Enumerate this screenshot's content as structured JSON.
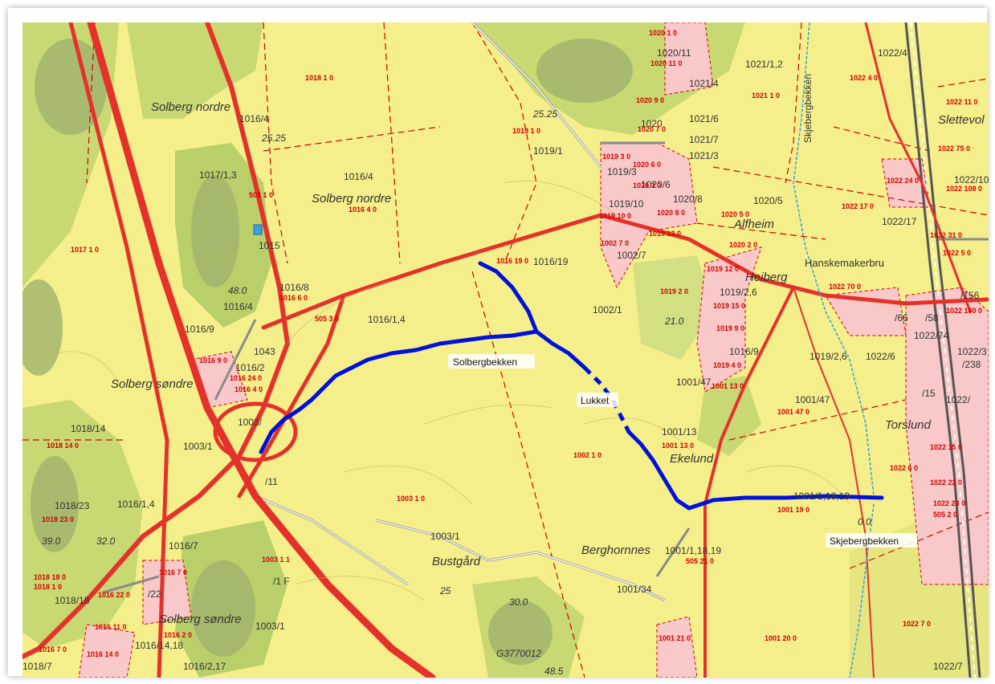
{
  "colors": {
    "land": "#f4ef8a",
    "forest": "#c8d873",
    "forest_dark": "#9fb36b",
    "built": "#f8c9c8",
    "road": "#e4322b",
    "stream": "#0011d9",
    "property_line": "#d40000"
  },
  "places": [
    {
      "id": "solberg-nordre-1",
      "text": "Solberg nordre"
    },
    {
      "id": "solberg-nordre-2",
      "text": "Solberg nordre"
    },
    {
      "id": "solberg-sondre-1",
      "text": "Solberg søndre"
    },
    {
      "id": "solberg-sondre-2",
      "text": "Solberg søndre"
    },
    {
      "id": "alfheim",
      "text": "Alfheim"
    },
    {
      "id": "heiberg",
      "text": "Heiberg"
    },
    {
      "id": "hanskemakerbru",
      "text": "Hanskemakerbru"
    },
    {
      "id": "ekelund",
      "text": "Ekelund"
    },
    {
      "id": "torslund",
      "text": "Torslund"
    },
    {
      "id": "berghornnes",
      "text": "Berghornnes"
    },
    {
      "id": "bustgard",
      "text": "Bustgård"
    },
    {
      "id": "slettevo",
      "text": "Slettevol"
    },
    {
      "id": "skjebergbekken-vertical",
      "text": "Skjebergbekken"
    }
  ],
  "streams": [
    {
      "id": "solbergbekken",
      "label": "Solbergbekken"
    },
    {
      "id": "lukket",
      "label": "Lukket"
    },
    {
      "id": "skjebergbekken",
      "label": "Skjebergbekken"
    }
  ],
  "parcels": [
    "1016/4",
    "1016/4",
    "1017/1,3",
    "1016/8",
    "1016/4",
    "1016/9",
    "1043",
    "1016/2",
    "1003/",
    "1003/1",
    "1018/14",
    "1018/23",
    "1016/1,4",
    "1016/7",
    "1018/18",
    "/22",
    "1016/14,18",
    "1016/2,17",
    "1018/7",
    "1003/1",
    "/1 F",
    "1016/1,4",
    "1002/1",
    "1016/19",
    "1019/1",
    "1019/3",
    "1020/6",
    "1020/8",
    "1019/10",
    "1002/7",
    "1020",
    "1021/6",
    "1021/7",
    "1021/3",
    "1021/4",
    "1020/11",
    "1021/1,2",
    "1020/5",
    "1022/4",
    "1022/17",
    "1022/10",
    "1019/2,6",
    "1019/2,6",
    "1022/6",
    "1001/47",
    "1001/47",
    "1001/13",
    "1001/1,18,19",
    "1001/34",
    "1003/1",
    "1001/1,18,19",
    "1022/7",
    "/11",
    "/66",
    "/58",
    "1022/74",
    "1022/3",
    "/238",
    "/156",
    "1022/",
    "/15",
    "1016/9",
    "1015"
  ],
  "red_labels": [
    "1018 1 0",
    "1017 1 0",
    "505 1 0",
    "1016 4 0",
    "1016 6 0",
    "505 3 0",
    "1016 9 0",
    "1016 24 0",
    "1016 4 0",
    "1018 14 0",
    "1018 23 0",
    "1018 18 0",
    "1018 1 0",
    "1016 22 0",
    "1016 7 0",
    "1016 11 0",
    "1016 14 0",
    "1016 2 0",
    "1016 7 0",
    "1003 1 0",
    "1003 1 1",
    "1002 1 0",
    "1016 19 0",
    "1019 1 0",
    "1019 3 0",
    "1020 6 0",
    "1020 3 0",
    "1019 10 0",
    "1002 7 0",
    "1020 8 0",
    "1020 5 0",
    "1019 13 0",
    "1020 2 0",
    "1019 12 0",
    "1019 2 0",
    "1019 15 0",
    "1019 9 0",
    "1019 4 0",
    "1001 13 0",
    "1001 47 0",
    "1001 13 0",
    "1001 19 0",
    "1001 21 0",
    "505 21 0",
    "1001 20 0",
    "1020 1 0",
    "1020 11 0",
    "1020 9 0",
    "1020 7 0",
    "1021 1 0",
    "1022 4 0",
    "1022 11 0",
    "1022 75 0",
    "1022 24 0",
    "1022 108 0",
    "1022 17 0",
    "1022 31 0",
    "1022 5 0",
    "1022 70 0",
    "1022 6 0",
    "1022 7 0",
    "1022 160 0",
    "1022 15 0",
    "1022 22 0",
    "1022 23 0",
    "505 2 0"
  ],
  "contours": [
    "25.25",
    "25.25",
    "48.0",
    "21.0",
    "32.0",
    "39.0",
    "25",
    "30.0",
    "48.5",
    "0.0"
  ],
  "misc": {
    "g_code": "G3770012"
  }
}
